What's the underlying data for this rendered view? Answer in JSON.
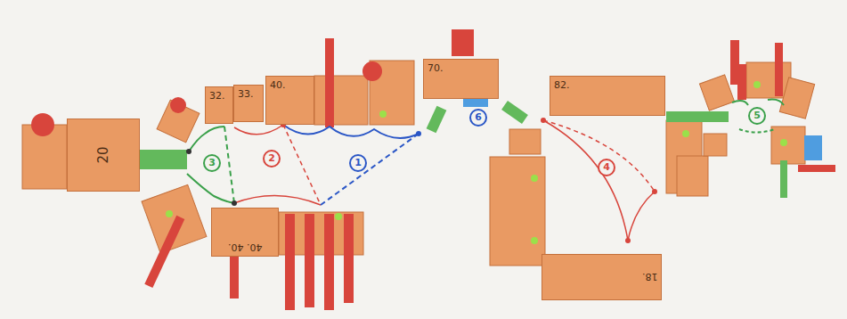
{
  "diagram": {
    "nodes": [
      {
        "text": [
          "20"
        ]
      },
      {
        "text": [
          "32."
        ]
      },
      {
        "text": [
          "33."
        ]
      },
      {
        "text": [
          "40."
        ]
      },
      {
        "text": [
          "70."
        ]
      },
      {
        "text": [
          "82."
        ]
      },
      {
        "text": [
          "40. 40."
        ]
      },
      {
        "text": [
          "18."
        ]
      },
      {
        "text": [
          "3"
        ]
      },
      {
        "text": [
          "2"
        ]
      },
      {
        "text": [
          "1"
        ]
      },
      {
        "text": [
          "6"
        ]
      },
      {
        "text": [
          "4"
        ]
      },
      {
        "text": [
          "5"
        ]
      }
    ]
  }
}
